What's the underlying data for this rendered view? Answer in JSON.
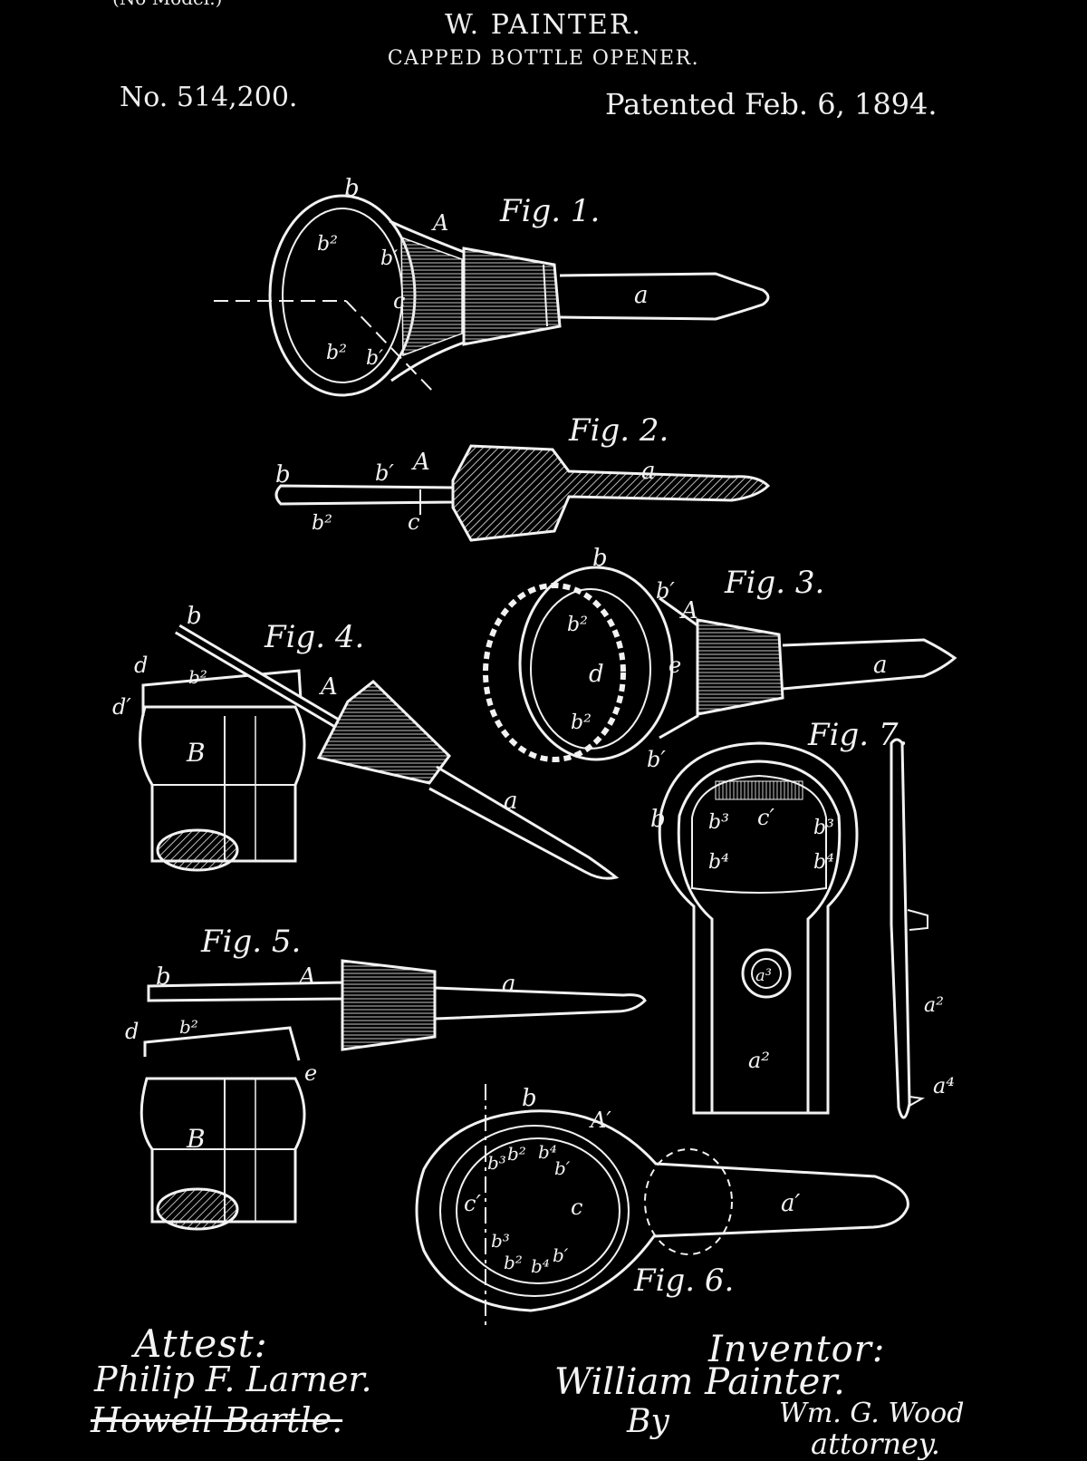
{
  "header": {
    "model_note": "(No Model.)",
    "inventor": "W. PAINTER.",
    "title": "CAPPED BOTTLE OPENER.",
    "patent_number": "No. 514,200.",
    "patent_date": "Patented Feb. 6, 1894."
  },
  "figures": {
    "fig1": "Fig. 1.",
    "fig2": "Fig. 2.",
    "fig3": "Fig. 3.",
    "fig4": "Fig. 4.",
    "fig5": "Fig. 5.",
    "fig6": "Fig. 6.",
    "fig7": "Fig. 7."
  },
  "ref_labels": {
    "A": "A",
    "A1": "A′",
    "a": "a",
    "a1": "a′",
    "a2": "a²",
    "a3": "a³",
    "a4": "a⁴",
    "b": "b",
    "b1": "b′",
    "b2": "b²",
    "b3": "b³",
    "b4": "b⁴",
    "c": "c",
    "c1": "c′",
    "d": "d",
    "d1": "d′",
    "e": "e",
    "B": "B"
  },
  "signatures": {
    "attest_label": "Attest:",
    "witness_1": "Philip F. Larner.",
    "witness_2": "Howell Bartle.",
    "inventor_label": "Inventor:",
    "inventor_signature": "William Painter.",
    "by_label": "By",
    "attorney_signature": "Wm. G. Wood",
    "attorney_label": "attorney."
  },
  "colors": {
    "background": "#000000",
    "ink": "#f2f2f2"
  }
}
